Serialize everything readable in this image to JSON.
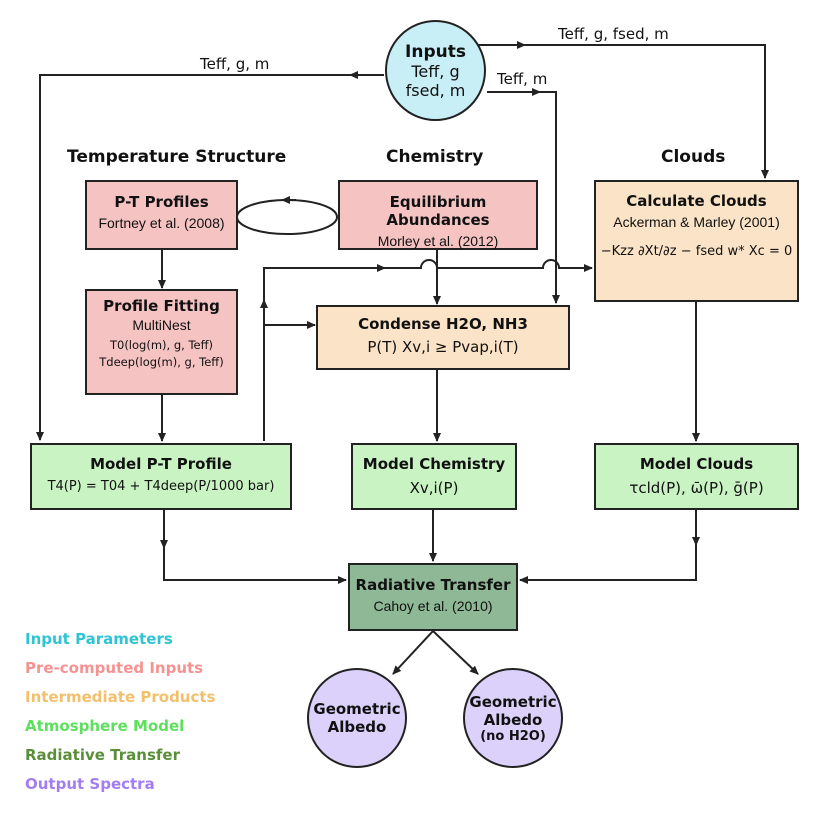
{
  "colors": {
    "input": "#2ec4d4",
    "precomputed": "#f59393",
    "intermediate": "#f2c06d",
    "atmosphere": "#5ee05e",
    "radiative": "#5a8f3a",
    "output": "#a37ef0"
  },
  "inputs": {
    "title": "Inputs",
    "line1": "Teff, g",
    "line2": "fsed, m"
  },
  "headers": {
    "temperature": "Temperature Structure",
    "chemistry": "Chemistry",
    "clouds": "Clouds"
  },
  "arrow_labels": {
    "left": "Teff, g, m",
    "right": "Teff, g, fsed, m",
    "center": "Teff, m"
  },
  "pt_profiles": {
    "title": "P-T Profiles",
    "ref": "Fortney et al. (2008)"
  },
  "equilibrium": {
    "title": "Equilibrium Abundances",
    "ref": "Morley et al. (2012)"
  },
  "calc_clouds": {
    "title": "Calculate Clouds",
    "ref": "Ackerman & Marley (2001)",
    "eq": "−Kzz ∂Xt/∂z − fsed w* Xc = 0"
  },
  "profile_fitting": {
    "title": "Profile Fitting",
    "method": "MultiNest",
    "eq1": "T0(log(m), g, Teff)",
    "eq2": "Tdeep(log(m), g, Teff)"
  },
  "condense": {
    "title": "Condense H2O, NH3",
    "eq": "P(T) Xv,i ≥ Pvap,i(T)"
  },
  "model_pt": {
    "title": "Model P-T Profile",
    "eq": "T4(P) = T04 + T4deep(P/1000 bar)"
  },
  "model_chem": {
    "title": "Model Chemistry",
    "eq": "Xv,i(P)"
  },
  "model_clouds": {
    "title": "Model Clouds",
    "eq": "τcld(P), ω̄(P), ḡ(P)"
  },
  "radiative": {
    "title": "Radiative Transfer",
    "ref": "Cahoy et al. (2010)"
  },
  "out1": {
    "line1": "Geometric",
    "line2": "Albedo"
  },
  "out2": {
    "line1": "Geometric",
    "line2": "Albedo",
    "line3": "(no H2O)"
  },
  "legend": [
    {
      "label": "Input Parameters",
      "color": "#2ec4d4"
    },
    {
      "label": "Pre-computed Inputs",
      "color": "#f59393"
    },
    {
      "label": "Intermediate Products",
      "color": "#f2c06d"
    },
    {
      "label": "Atmosphere Model",
      "color": "#5ee05e"
    },
    {
      "label": "Radiative Transfer",
      "color": "#5a8f3a"
    },
    {
      "label": "Output Spectra",
      "color": "#a37ef0"
    }
  ]
}
